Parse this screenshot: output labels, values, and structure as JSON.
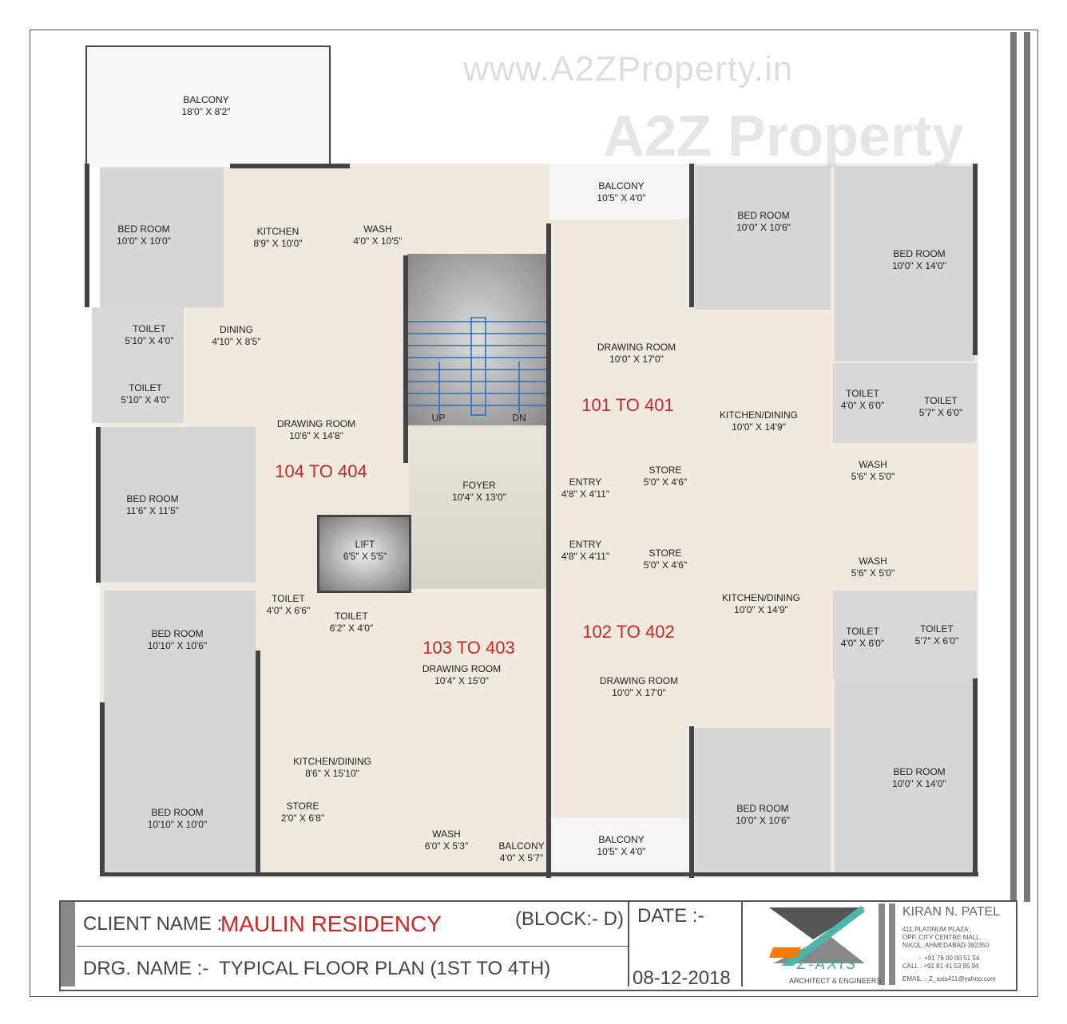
{
  "watermark": {
    "url": "www.A2ZProperty.in",
    "brand": "A2Z Property"
  },
  "rooms": [
    {
      "name": "BALCONY",
      "dim": "18'0\" X 8'2\""
    },
    {
      "name": "BED ROOM",
      "dim": "10'0\" X 10'0\""
    },
    {
      "name": "KITCHEN",
      "dim": "8'9\" X 10'0\""
    },
    {
      "name": "WASH",
      "dim": "4'0\" X 10'5\""
    },
    {
      "name": "TOILET",
      "dim": "5'10\" X 4'0\""
    },
    {
      "name": "DINING",
      "dim": "4'10\" X 8'5\""
    },
    {
      "name": "TOILET",
      "dim": "5'10\" X 4'0\""
    },
    {
      "name": "DRAWING ROOM",
      "dim": "10'6\" X 14'8\""
    },
    {
      "name": "BED ROOM",
      "dim": "11'6\" X 11'5\""
    },
    {
      "name": "LIFT",
      "dim": "6'5\" X 5'5\""
    },
    {
      "name": "FOYER",
      "dim": "10'4\" X 13'0\""
    },
    {
      "name": "TOILET",
      "dim": "4'0\" X 6'6\""
    },
    {
      "name": "TOILET",
      "dim": "6'2\" X 4'0\""
    },
    {
      "name": "BED ROOM",
      "dim": "10'10\" X 10'6\""
    },
    {
      "name": "DRAWING ROOM",
      "dim": "10'4\" X 15'0\""
    },
    {
      "name": "KITCHEN/DINING",
      "dim": "8'6\" X 15'10\""
    },
    {
      "name": "STORE",
      "dim": "2'0\" X 6'8\""
    },
    {
      "name": "BED ROOM",
      "dim": "10'10\" X 10'0\""
    },
    {
      "name": "WASH",
      "dim": "6'0\" X 5'3\""
    },
    {
      "name": "BALCONY",
      "dim": "4'0\" X 5'7\""
    },
    {
      "name": "BALCONY",
      "dim": "10'5\" X 4'0\""
    },
    {
      "name": "BED ROOM",
      "dim": "10'0\" X 10'6\""
    },
    {
      "name": "BED ROOM",
      "dim": "10'0\" X 14'0\""
    },
    {
      "name": "DRAWING ROOM",
      "dim": "10'0\" X 17'0\""
    },
    {
      "name": "KITCHEN/DINING",
      "dim": "10'0\" X 14'9\""
    },
    {
      "name": "TOILET",
      "dim": "4'0\" X 6'0\""
    },
    {
      "name": "TOILET",
      "dim": "5'7\" X 6'0\""
    },
    {
      "name": "STORE",
      "dim": "5'0\" X 4'6\""
    },
    {
      "name": "ENTRY",
      "dim": "4'8\" X 4'11\""
    },
    {
      "name": "WASH",
      "dim": "5'6\" X 5'0\""
    },
    {
      "name": "ENTRY",
      "dim": "4'8\" X 4'11\""
    },
    {
      "name": "STORE",
      "dim": "5'0\" X 4'6\""
    },
    {
      "name": "WASH",
      "dim": "5'6\" X 5'0\""
    },
    {
      "name": "KITCHEN/DINING",
      "dim": "10'0\" X 14'9\""
    },
    {
      "name": "TOILET",
      "dim": "4'0\" X 6'0\""
    },
    {
      "name": "TOILET",
      "dim": "5'7\" X 6'0\""
    },
    {
      "name": "DRAWING ROOM",
      "dim": "10'0\" X 17'0\""
    },
    {
      "name": "BED ROOM",
      "dim": "10'0\" X 14'0\""
    },
    {
      "name": "BED ROOM",
      "dim": "10'0\" X 10'6\""
    },
    {
      "name": "BALCONY",
      "dim": "10'5\" X 4'0\""
    }
  ],
  "flats": [
    "104 TO 404",
    "103 TO 403",
    "101 TO 401",
    "102 TO 402"
  ],
  "stair": {
    "up": "UP",
    "dn": "DN"
  },
  "title_block": {
    "client_label": "CLIENT NAME :",
    "client_name": "MAULIN  RESIDENCY",
    "block": "(BLOCK:- D)",
    "drg_label": "DRG. NAME  :-",
    "drg_name": "TYPICAL FLOOR PLAN (1ST TO 4TH)",
    "date_label": "DATE  :-",
    "date": "08-12-2018",
    "logo_text": "Z-AXIS",
    "logo_sub": "ARCHITECT & ENGINEERS",
    "architect": "KIRAN N. PATEL",
    "address": [
      "411,PLATINUM PLAZA ,",
      "OPP, CITY  CENTRE  MALL,",
      "NIKOL, AHMEDABAD-382350."
    ],
    "phone1": ":- +91 76 00 00 51 54",
    "phone2": "CALL   :  +91 81 41 53 95 94",
    "email": "EMAIL :- Z_axis411@yahoo.com"
  },
  "colors": {
    "floor": "#efe9df",
    "bedroom": "#d6d6d6",
    "wall": "#444444",
    "flat_label": "#c62828",
    "client_name": "#c62828",
    "stair": "#2b6cc4"
  }
}
